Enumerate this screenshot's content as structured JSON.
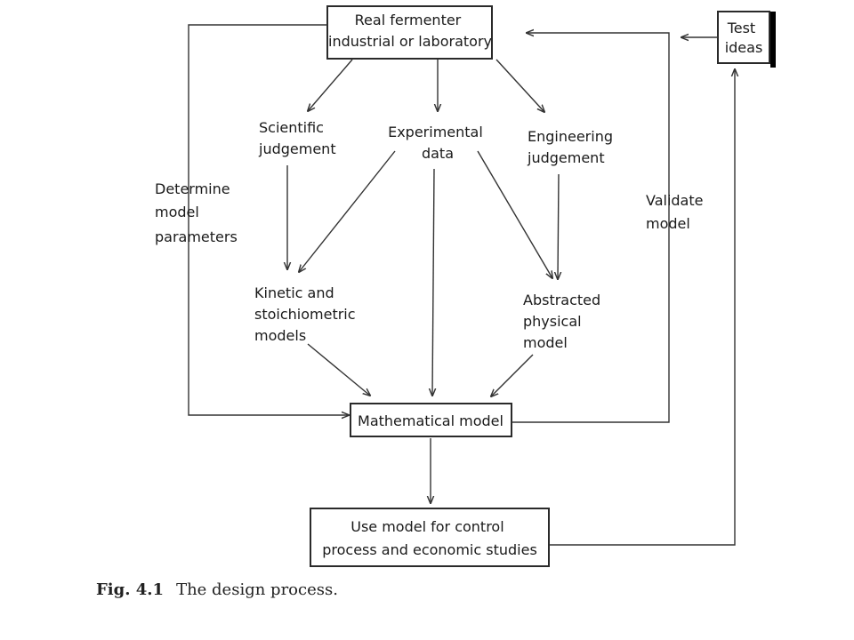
{
  "nodes": {
    "real_fermenter": [
      "Real fermenter",
      "industrial or laboratory"
    ],
    "test_ideas": [
      "Test",
      "ideas"
    ],
    "scientific_judgement": [
      "Scientific",
      "judgement"
    ],
    "experimental_data": [
      "Experimental",
      "data"
    ],
    "engineering_judgement": [
      "Engineering",
      "judgement"
    ],
    "determine_model_parameters": [
      "Determine",
      "model",
      "parameters"
    ],
    "validate_model": [
      "Validate",
      "model"
    ],
    "kinetic_models": [
      "Kinetic and",
      "stoichiometric",
      "models"
    ],
    "abstracted_model": [
      "Abstracted",
      "physical",
      "model"
    ],
    "mathematical_model": [
      "Mathematical model"
    ],
    "use_model": [
      "Use model for control",
      "process and economic studies"
    ]
  },
  "caption": {
    "number": "Fig. 4.1",
    "text": "The design process."
  },
  "colors": {
    "stroke": "#333333",
    "text": "#1a1a1a",
    "background": "#ffffff"
  }
}
